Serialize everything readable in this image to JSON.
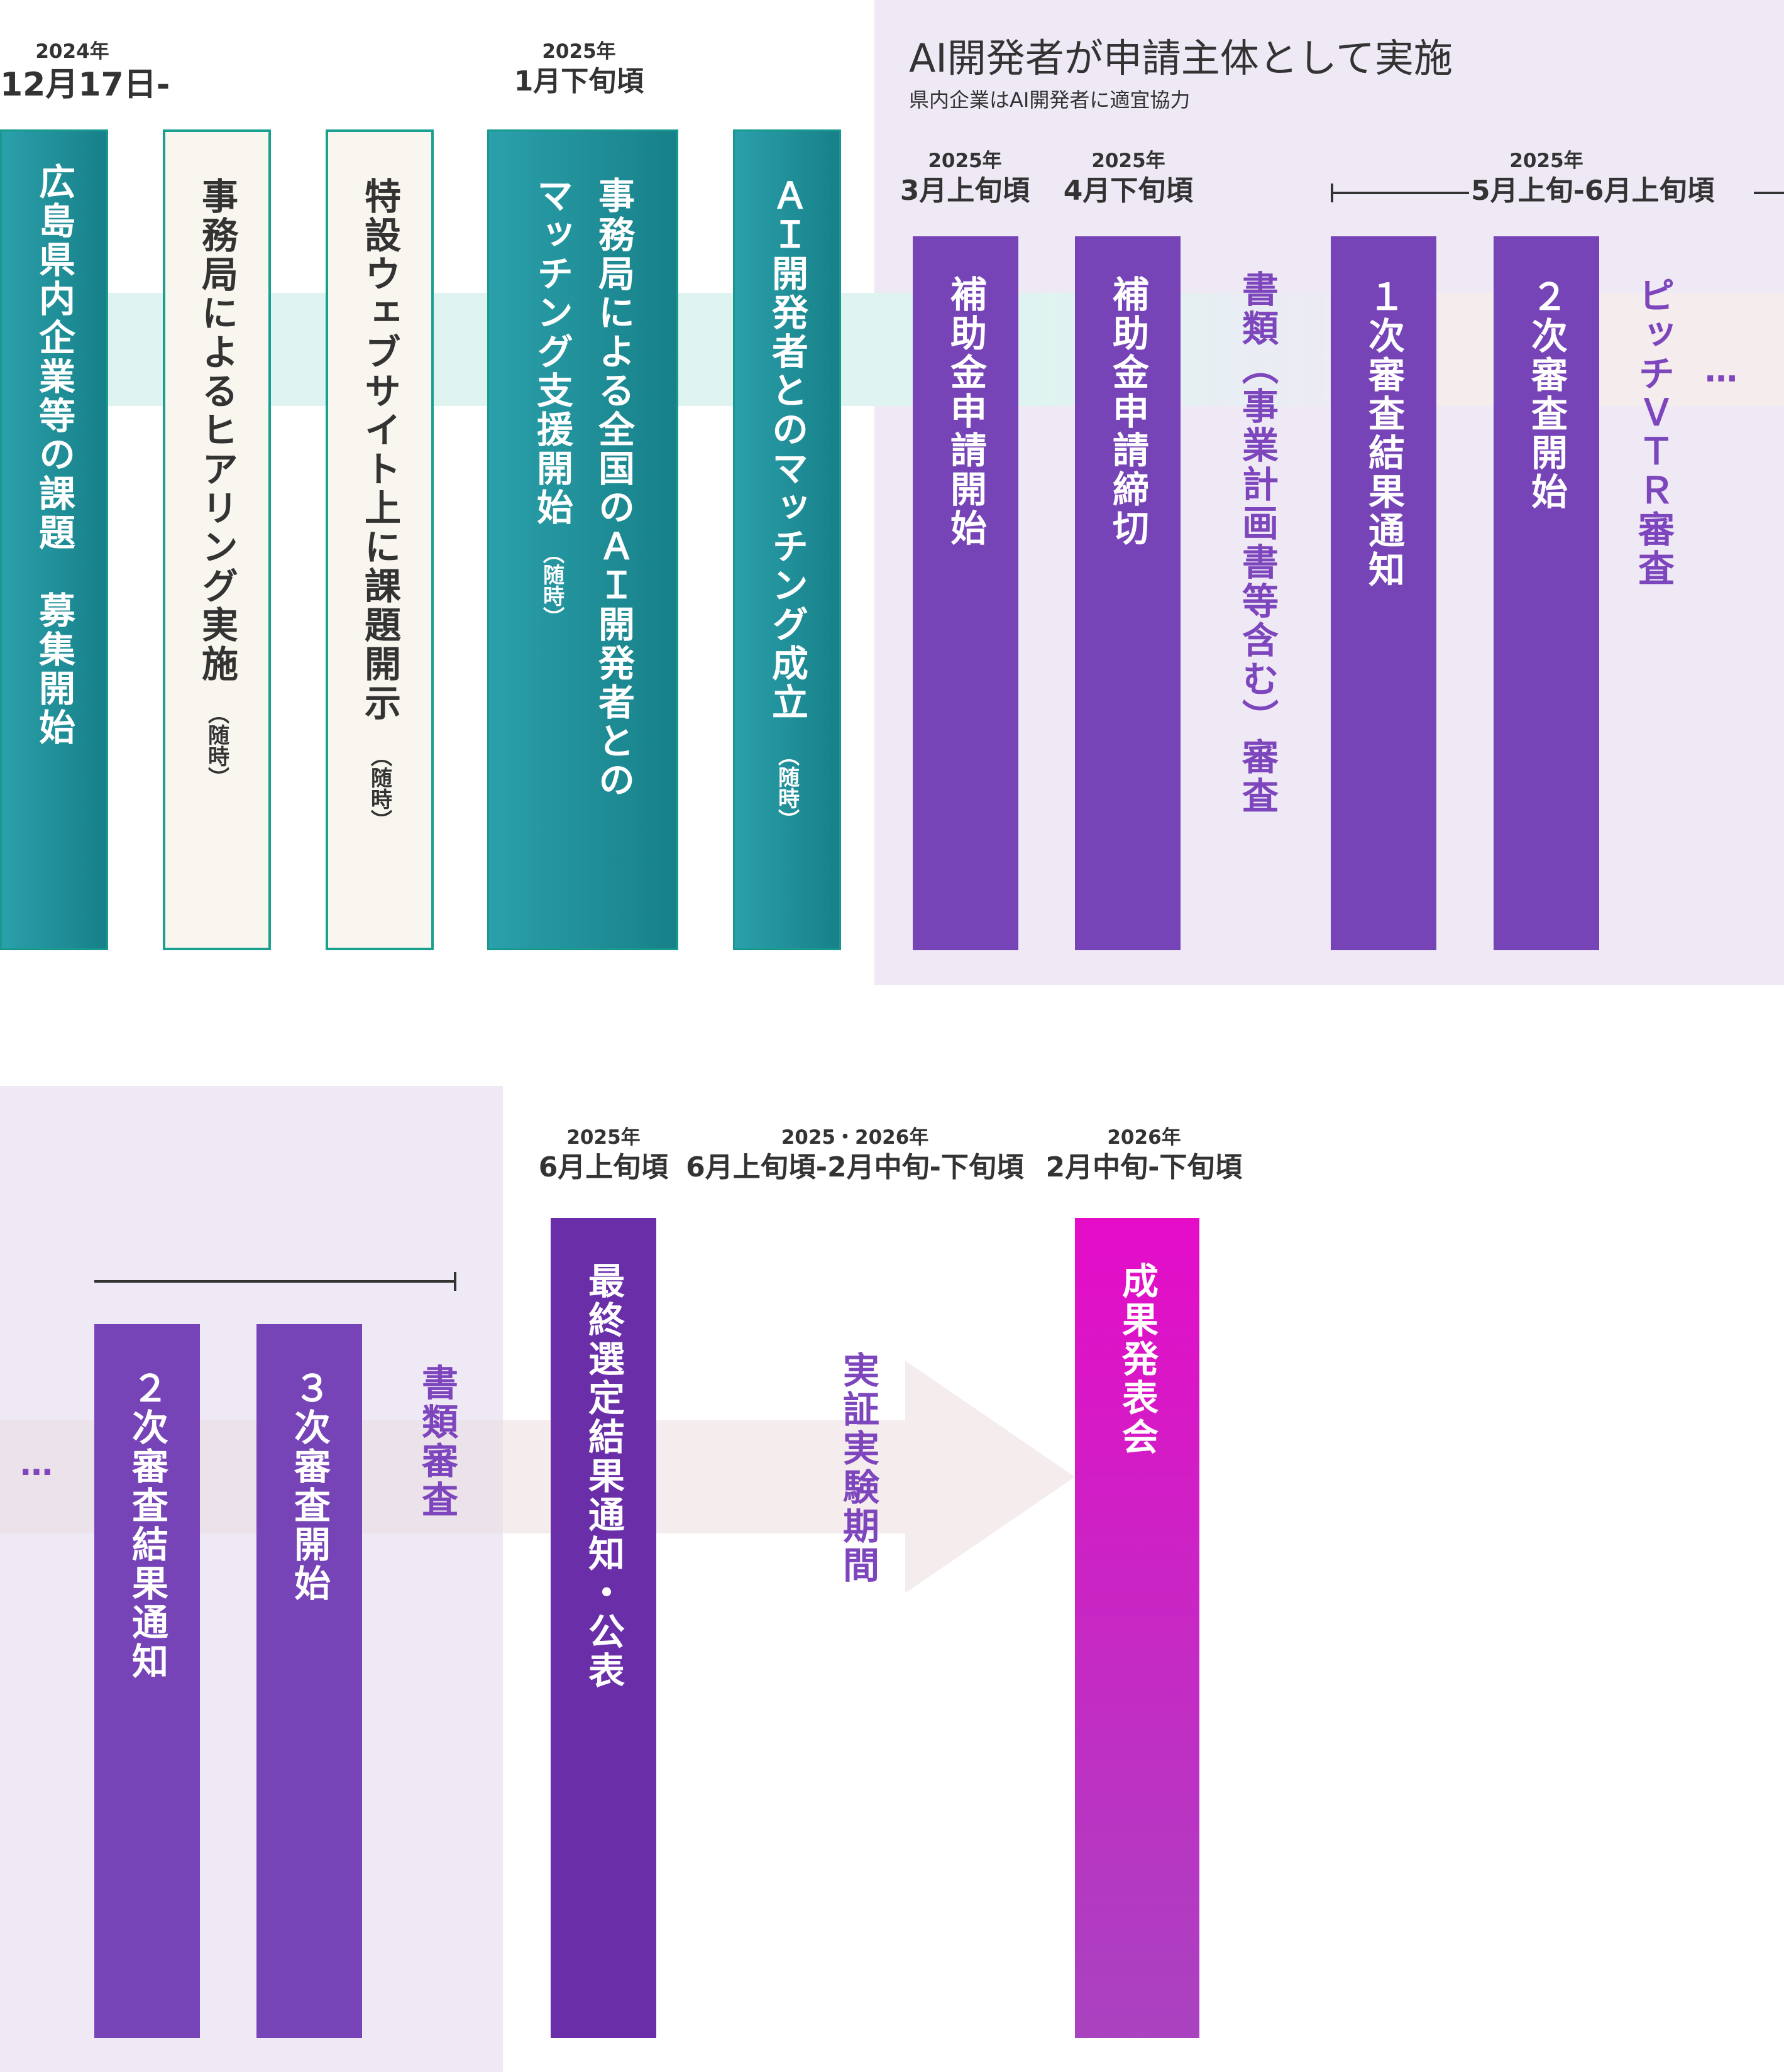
{
  "colors": {
    "teal": "#1e8c95",
    "cream": "#f8f6ee",
    "purple": "#7744b8",
    "magenta": "#e50cc8",
    "region": "#efe9f5",
    "band_teal": "#dff4f0",
    "band_pink": "#f5ecee"
  },
  "header": {
    "title": "AI開発者が申請主体として実施",
    "subtitle": "県内企業はAI開発者に適宜協力"
  },
  "dates": {
    "d1": {
      "year": "2024年",
      "md": "12月17日-"
    },
    "d2": {
      "year": "2025年",
      "md": "1月下旬頃"
    },
    "d3": {
      "year": "2025年",
      "md": "3月上旬頃"
    },
    "d4": {
      "year": "2025年",
      "md": "4月下旬頃"
    },
    "d5": {
      "year": "2025年",
      "md": "5月上旬-6月上旬頃"
    },
    "d6": {
      "year": "2025年",
      "md": "6月上旬頃"
    },
    "d7": {
      "year": "2025・2026年",
      "md": "6月上旬頃-2月中旬-下旬頃"
    },
    "d8": {
      "year": "2026年",
      "md": "2月中旬-下旬頃"
    }
  },
  "top_columns": {
    "c1": "広島県内企業等の課題　募集開始",
    "c2": "事務局によるヒアリング実施",
    "c2_note": "（随時）",
    "c3": "特設ウェブサイト上に課題開示",
    "c3_note": "（随時）",
    "c4a": "事務局による全国のＡＩ開発者との",
    "c4b": "マッチング支援開始",
    "c4_note": "（随時）",
    "c5": "ＡＩ開発者とのマッチング成立",
    "c5_note": "（随時）",
    "c6": "補助金申請開始",
    "c7": "補助金申請締切",
    "c8": "書類（事業計画書等含む）審査",
    "c9": "１次審査結果通知",
    "c10": "２次審査開始",
    "c11": "ピッチＶＴＲ審査",
    "c12": "…"
  },
  "bottom_columns": {
    "b0": "…",
    "b1": "２次審査結果通知",
    "b2": "３次審査開始",
    "b3": "書類審査",
    "b4": "最終選定結果通知・公表",
    "b5": "実証実験期間",
    "b6": "成果発表会"
  }
}
